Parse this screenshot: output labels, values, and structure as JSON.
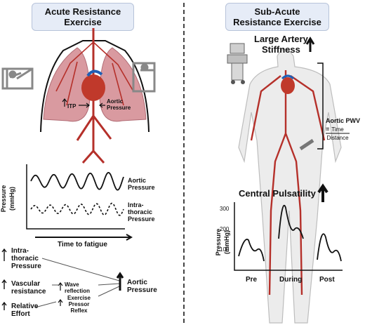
{
  "left": {
    "title_line1": "Acute Resistance",
    "title_line2": "Exercise",
    "itp_label": "ITP",
    "aortic_label_line1": "Aortic",
    "aortic_label_line2": "Pressure",
    "chart_ylabel": "Pressure (mmHg)",
    "chart_xlabel": "Time to fatigue",
    "series_aortic_line1": "Aortic",
    "series_aortic_line2": "Pressure",
    "series_itp_line1": "Intra-",
    "series_itp_line2": "thoracic",
    "series_itp_line3": "Pressure",
    "flow": {
      "intrathoracic_line1": "Intra-",
      "intrathoracic_line2": "thoracic",
      "intrathoracic_line3": "Pressure",
      "vascular_line1": "Vascular",
      "vascular_line2": "resistance",
      "relative_line1": "Relative",
      "relative_line2": "Effort",
      "wave_line1": "Wave",
      "wave_line2": "reflection",
      "epr_line1": "Exercise",
      "epr_line2": "Pressor",
      "epr_line3": "Reflex",
      "out_line1": "Aortic",
      "out_line2": "Pressure"
    }
  },
  "right": {
    "title_line1": "Sub-Acute",
    "title_line2": "Resistance Exercise",
    "stiffness_line1": "Large Artery",
    "stiffness_line2": "Stiffness",
    "pwv_label": "Aortic PWV =",
    "pwv_num": "Time",
    "pwv_den": "Distance",
    "pulsatility": "Central Pulsatility",
    "chart_ylabel": "Pressure (mmHg)",
    "yticks": [
      "300",
      "200",
      "100"
    ],
    "groups": [
      "Pre",
      "During",
      "Post"
    ]
  },
  "colors": {
    "artery": "#b5302a",
    "heart": "#c0392b",
    "lung": "#d99aa0",
    "title_bg": "#e6ecf7"
  }
}
